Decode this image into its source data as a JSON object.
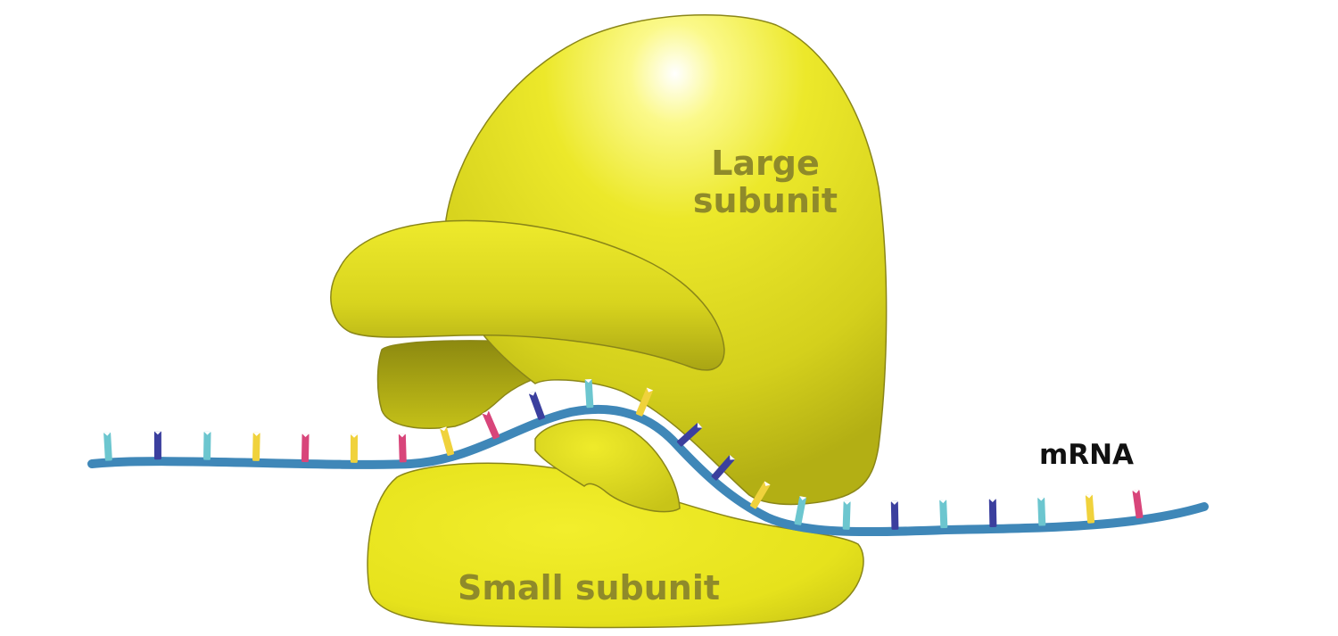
{
  "labels": {
    "large_subunit_line1": "Large",
    "large_subunit_line2": "subunit",
    "small_subunit": "Small subunit",
    "mrna": "mRNA"
  },
  "colors": {
    "subunit_fill": "#e6e21c",
    "subunit_shade": "#aaa612",
    "subunit_outline": "#8a8618",
    "subunit_label": "#8f8a2a",
    "mrna_backbone": "#3f87b8",
    "mrna_label": "#111111",
    "base_cyan": "#6cc6cf",
    "base_navy": "#3b3f9e",
    "base_yellow": "#f0d23c",
    "base_pink": "#d8457a"
  },
  "mrna_bases": [
    {
      "type": "cyan"
    },
    {
      "type": "navy"
    },
    {
      "type": "cyan"
    },
    {
      "type": "yellow"
    },
    {
      "type": "pink"
    },
    {
      "type": "yellow"
    },
    {
      "type": "pink"
    },
    {
      "type": "yellow"
    },
    {
      "type": "pink"
    },
    {
      "type": "navy"
    },
    {
      "type": "cyan"
    },
    {
      "type": "yellow"
    },
    {
      "type": "navy"
    },
    {
      "type": "navy"
    },
    {
      "type": "yellow"
    },
    {
      "type": "cyan"
    },
    {
      "type": "cyan"
    },
    {
      "type": "navy"
    },
    {
      "type": "cyan"
    },
    {
      "type": "navy"
    },
    {
      "type": "cyan"
    },
    {
      "type": "yellow"
    },
    {
      "type": "pink"
    }
  ]
}
